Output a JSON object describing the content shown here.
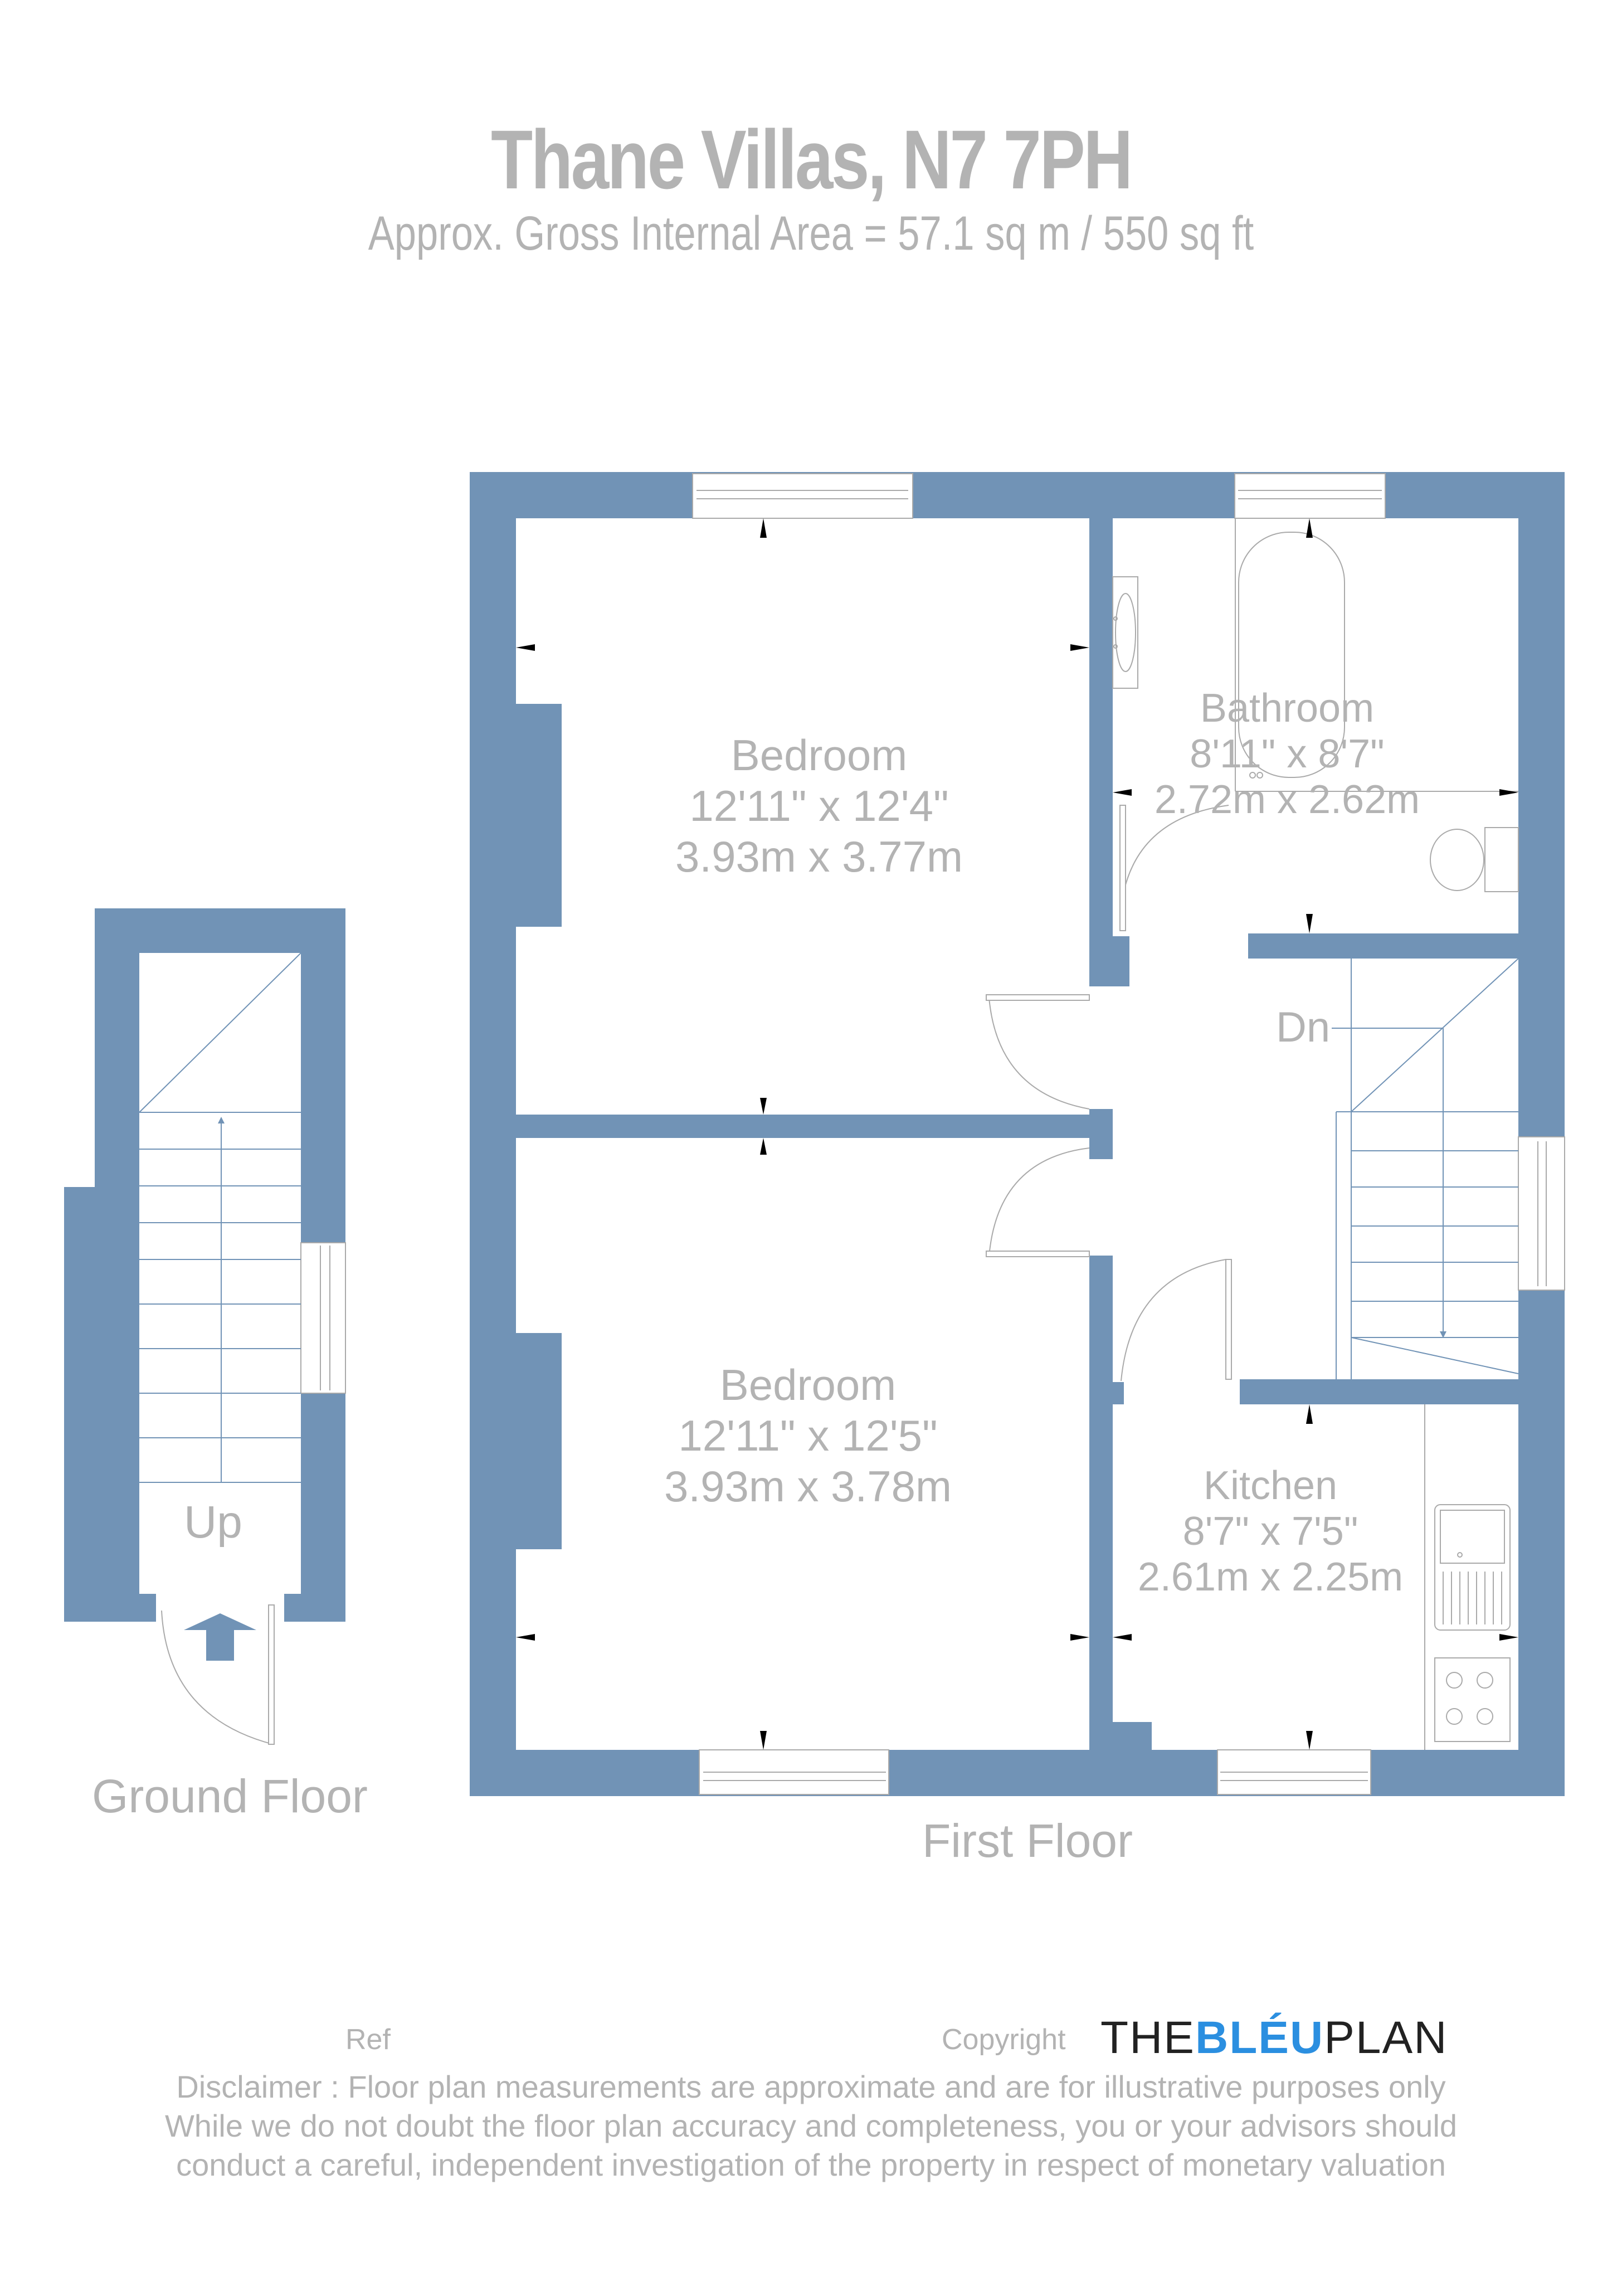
{
  "header": {
    "title": "Thane Villas, N7 7PH",
    "subtitle": "Approx. Gross Internal Area = 57.1 sq m / 550 sq ft"
  },
  "colors": {
    "wall": "#7193b6",
    "text": "#b3b3b3",
    "logo_accent": "#2b8fe0",
    "logo_dark": "#222222",
    "fixture_line": "#aaaaaa",
    "dimension_arrow": "#000000"
  },
  "ground_floor": {
    "label": "Ground Floor",
    "stair_label": "Up",
    "stair_steps": 9,
    "entrance_arrow": "up-arrow"
  },
  "first_floor": {
    "label": "First Floor",
    "stair_label": "Dn",
    "rooms": [
      {
        "name": "Bedroom",
        "imperial": "12'11\" x 12'4\"",
        "metric": "3.93m x 3.77m"
      },
      {
        "name": "Bathroom",
        "imperial": "8'11\" x 8'7\"",
        "metric": "2.72m x 2.62m"
      },
      {
        "name": "Bedroom",
        "imperial": "12'11\" x 12'5\"",
        "metric": "3.93m x 3.78m"
      },
      {
        "name": "Kitchen",
        "imperial": "8'7\" x 7'5\"",
        "metric": "2.61m x 2.25m"
      }
    ],
    "fixtures": [
      "bathtub",
      "washbasin",
      "toilet",
      "kitchen-sink",
      "hob"
    ]
  },
  "footer": {
    "ref_label": "Ref",
    "copyright_label": "Copyright",
    "logo": {
      "the": "THE",
      "bleu": "BLÉU",
      "plan": "PLAN"
    },
    "disclaimer": [
      "Disclaimer : Floor plan measurements are approximate and are for illustrative purposes only",
      "While we do not doubt the floor plan accuracy and completeness, you or your advisors should",
      "conduct a careful, independent investigation of the property in respect of monetary valuation"
    ]
  }
}
